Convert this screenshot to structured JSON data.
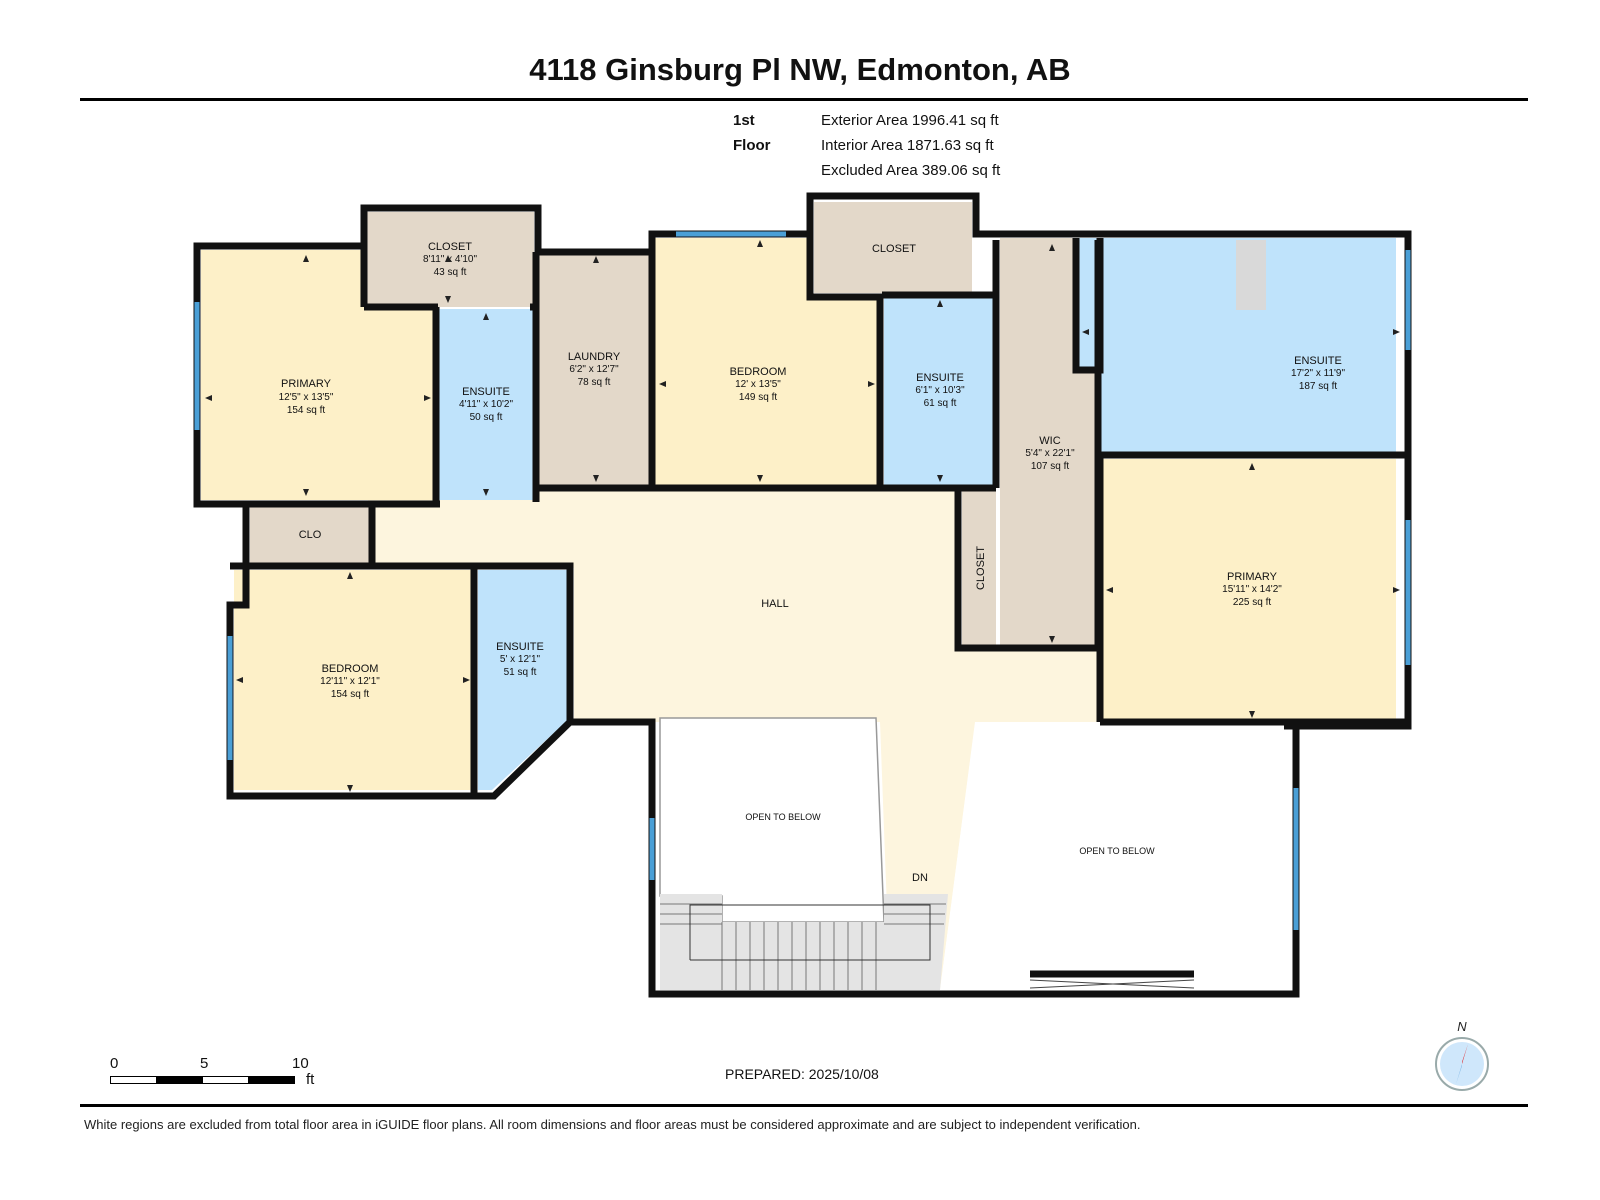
{
  "header": {
    "title": "4118 Ginsburg Pl NW, Edmonton, AB"
  },
  "areas": {
    "floor_label": "1st Floor",
    "exterior": "Exterior Area 1996.41 sq ft",
    "interior": "Interior Area 1871.63 sq ft",
    "excluded": "Excluded Area 389.06 sq ft"
  },
  "colors": {
    "bedroom": "#fdf0c8",
    "bath": "#bfe3fb",
    "utility": "#e3d8c9",
    "hall": "#fdf5de",
    "open": "#ffffff",
    "stairs": "#e4e4e4",
    "wall": "#111111",
    "window": "#4a9fd6"
  },
  "rooms": {
    "primary_w": {
      "name": "PRIMARY",
      "dims": "12'5\" x 13'5\"",
      "area": "154 sq ft"
    },
    "closet_nw": {
      "name": "CLOSET",
      "dims": "8'11\" x 4'10\"",
      "area": "43 sq ft"
    },
    "ensuite_w": {
      "name": "ENSUITE",
      "dims": "4'11\" x 10'2\"",
      "area": "50 sq ft"
    },
    "laundry": {
      "name": "LAUNDRY",
      "dims": "6'2\" x 12'7\"",
      "area": "78 sq ft"
    },
    "bedroom_n": {
      "name": "BEDROOM",
      "dims": "12' x 13'5\"",
      "area": "149 sq ft"
    },
    "closet_n": {
      "name": "CLOSET"
    },
    "ensuite_n": {
      "name": "ENSUITE",
      "dims": "6'1\" x 10'3\"",
      "area": "61 sq ft"
    },
    "wic": {
      "name": "WIC",
      "dims": "5'4\" x 22'1\"",
      "area": "107 sq ft"
    },
    "ensuite_e": {
      "name": "ENSUITE",
      "dims": "17'2\" x 11'9\"",
      "area": "187 sq ft"
    },
    "primary_e": {
      "name": "PRIMARY",
      "dims": "15'11\" x 14'2\"",
      "area": "225 sq ft"
    },
    "clo": {
      "name": "CLO"
    },
    "hall": {
      "name": "HALL"
    },
    "closet_hall": {
      "name": "CLOSET"
    },
    "bedroom_sw": {
      "name": "BEDROOM",
      "dims": "12'11\" x 12'1\"",
      "area": "154 sq ft"
    },
    "ensuite_sw": {
      "name": "ENSUITE",
      "dims": "5' x 12'1\"",
      "area": "51 sq ft"
    },
    "open_1": {
      "name": "OPEN TO BELOW"
    },
    "open_2": {
      "name": "OPEN TO BELOW"
    },
    "stairs": {
      "name": "DN"
    }
  },
  "scale": {
    "labels": [
      "0",
      "5",
      "10"
    ],
    "unit": "ft"
  },
  "prepared": "PREPARED: 2025/10/08",
  "compass": {
    "label": "N"
  },
  "footer": "White regions are excluded from total floor area in iGUIDE floor plans. All room dimensions and floor areas must be considered approximate and are subject to independent verification."
}
